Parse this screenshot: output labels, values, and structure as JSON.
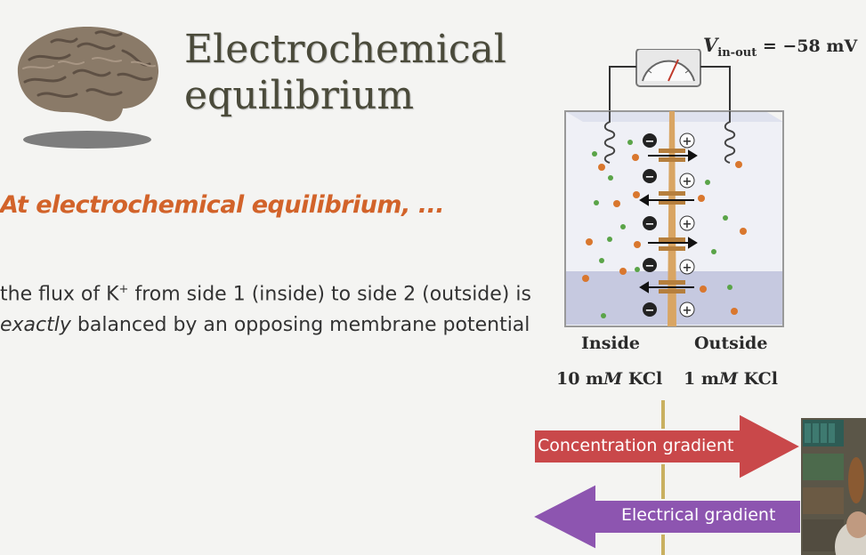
{
  "slide": {
    "title_line1": "Electrochemical",
    "title_line2": "equilibrium",
    "subtitle": "At electrochemical equilibrium, ...",
    "body_prefix": "the flux of K",
    "body_superscript": "+",
    "body_mid1": " from side 1 (inside) to side 2 (outside) is ",
    "body_emphasis": "exactly",
    "body_mid2": " balanced by an opposing membrane potential"
  },
  "diagram": {
    "voltage_label_v": "V",
    "voltage_label_sub": "in-out",
    "voltage_label_value": " = −58 mV",
    "inside_label": "Inside",
    "outside_label": "Outside",
    "inside_conc_prefix": "10 m",
    "inside_conc_unit": "M",
    "inside_conc_suffix": " KCl",
    "outside_conc_prefix": "1 m",
    "outside_conc_unit": "M",
    "outside_conc_suffix": " KCl"
  },
  "gradients": {
    "concentration_label": "Concentration gradient",
    "electrical_label": "Electrical gradient"
  },
  "colors": {
    "title": "#4a4a3a",
    "subtitle": "#d2632a",
    "concentration_arrow": "#c9484a",
    "electrical_arrow": "#8d55b0",
    "membrane": "#d9a563",
    "tank_fill": "#d9dbe8"
  }
}
